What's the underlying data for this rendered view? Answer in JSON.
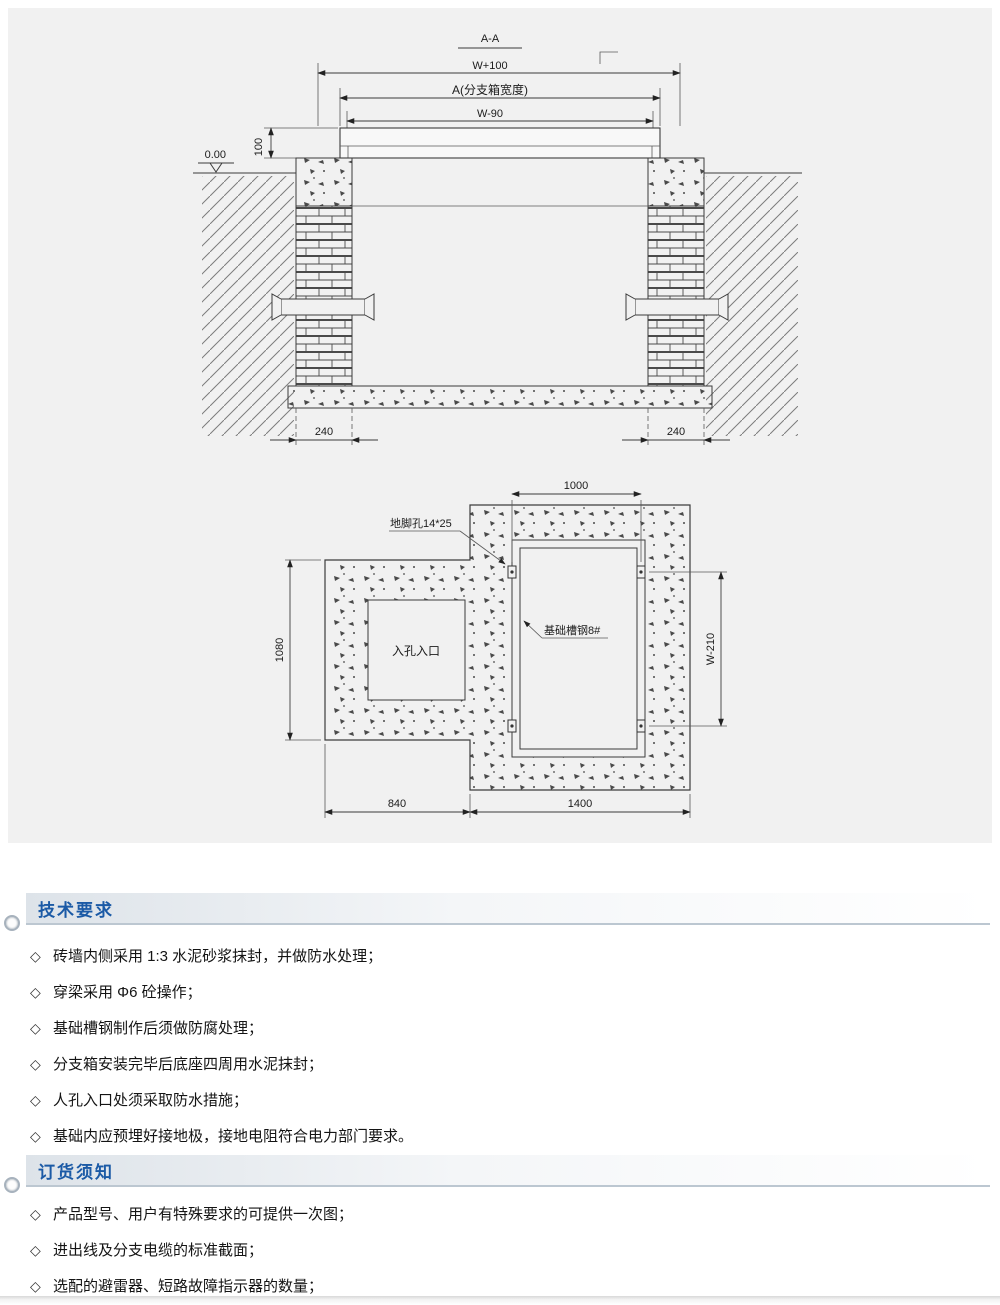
{
  "colors": {
    "header_blue": "#1b5aa6",
    "panel_bg": "#f1f1f1",
    "line": "#3c3c3c"
  },
  "bullet": "◇",
  "drawing_section": {
    "title": "A-A",
    "dims": {
      "overall_width": "W+100",
      "box_width": "A(分支箱宽度)",
      "inner_width": "W-90",
      "slab_height": "100",
      "level": "0.00",
      "wall_left": "240",
      "wall_right": "240"
    }
  },
  "plan_section": {
    "dims": {
      "frame_width": "1000",
      "manhole_height": "1080",
      "frame_height": "W-210",
      "manhole_width": "840",
      "base_width": "1400"
    },
    "labels": {
      "anchor_hole": "地脚孔14*25",
      "channel": "基础槽钢8#",
      "manhole": "入孔入口"
    }
  },
  "tech": {
    "title": "技术要求",
    "items": [
      "砖墙内侧采用 1:3 水泥砂浆抹封，并做防水处理；",
      "穿梁采用 Φ6 砼操作；",
      "基础槽钢制作后须做防腐处理；",
      "分支箱安装完毕后底座四周用水泥抹封；",
      "人孔入口处须采取防水措施；",
      "基础内应预埋好接地极，接地电阻符合电力部门要求。"
    ]
  },
  "order": {
    "title": "订货须知",
    "items": [
      "产品型号、用户有特殊要求的可提供一次图；",
      "进出线及分支电缆的标准截面；",
      "选配的避雷器、短路故障指示器的数量；"
    ]
  }
}
